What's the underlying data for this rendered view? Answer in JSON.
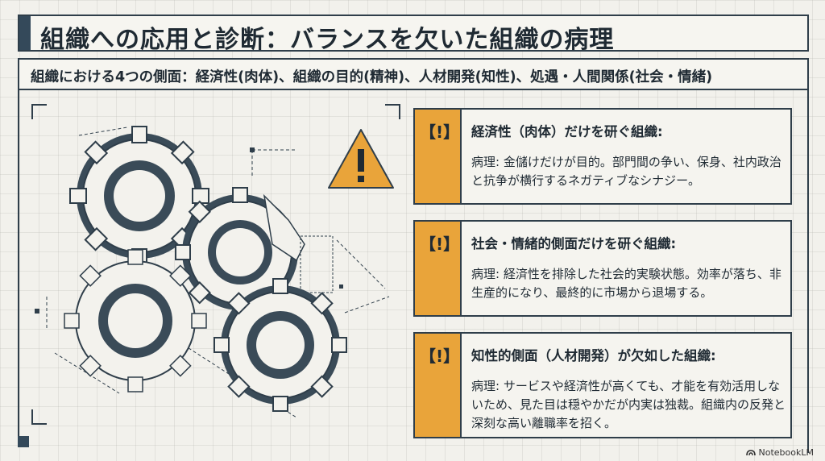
{
  "header": {
    "title": "組織への応用と診断：バランスを欠いた組織の病理"
  },
  "subheader": {
    "text": "組織における4つの側面：経済性(肉体)、組織の目的(精神)、人材開発(知性)、処遇・人間関係(社会・情緒)"
  },
  "warning_icon": "warning-triangle-icon",
  "cards": [
    {
      "mark": "【!】",
      "heading": "経済性（肉体）だけを研ぐ組織:",
      "body": "病理: 金儲けだけが目的。部門間の争い、保身、社内政治と抗争が横行するネガティブなシナジー。"
    },
    {
      "mark": "【!】",
      "heading": "社会・情緒的側面だけを研ぐ組織:",
      "body": "病理: 経済性を排除した社会的実験状態。効率が落ち、非生産的になり、最終的に市場から退場する。"
    },
    {
      "mark": "【!】",
      "heading": "知性的側面（人材開発）が欠如した組織:",
      "body": "病理: サービスや経済性が高くても、才能を有効活用しないため、見た目は穏やかだが内実は独裁。組織内の反発と深刻な高い離職率を招く。"
    }
  ],
  "colors": {
    "accent": "#e9a43a",
    "dark": "#34495a",
    "background": "#f2f1ec"
  },
  "footer": {
    "brand": "NotebookLM"
  }
}
